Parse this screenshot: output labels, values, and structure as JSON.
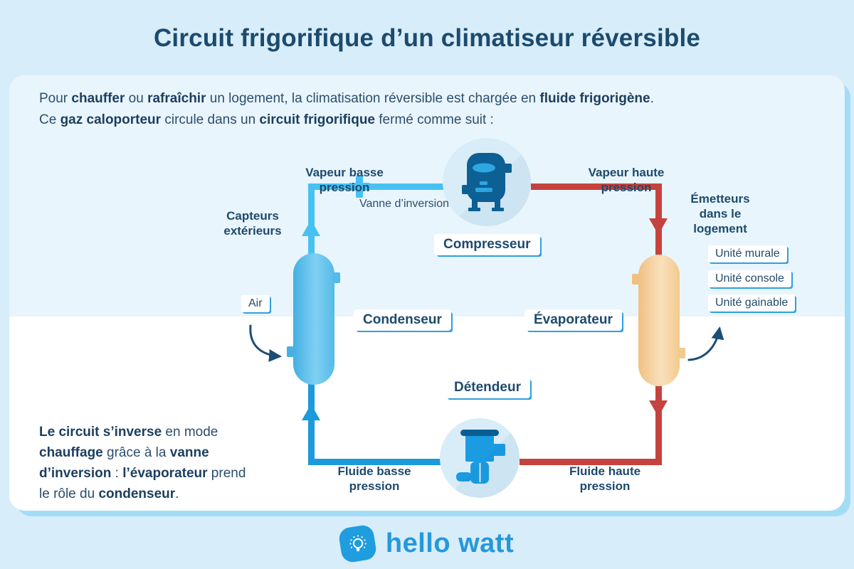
{
  "title": "Circuit frigorifique d’un climatiseur réversible",
  "intro": {
    "line1": [
      {
        "t": "Pour "
      },
      {
        "t": "chauffer",
        "b": 1
      },
      {
        "t": " ou "
      },
      {
        "t": "rafraîchir",
        "b": 1
      },
      {
        "t": " un logement, la climatisation réversible est chargée en "
      },
      {
        "t": "fluide frigorigène",
        "b": 1
      },
      {
        "t": "."
      }
    ],
    "line2": [
      {
        "t": "Ce "
      },
      {
        "t": "gaz caloporteur",
        "b": 1
      },
      {
        "t": " circule dans un "
      },
      {
        "t": "circuit frigorifique",
        "b": 1
      },
      {
        "t": " fermé comme suit :"
      }
    ]
  },
  "diagram": {
    "pipes": {
      "vapor_low": "Vapeur basse pression",
      "vapor_high": "Vapeur haute pression",
      "inversion_valve": "Vanne d’inversion",
      "fluid_low": "Fluide basse pression",
      "fluid_high": "Fluide haute pression"
    },
    "components": {
      "compressor": "Compresseur",
      "condenser": "Condenseur",
      "evaporator": "Évaporateur",
      "expansion_valve": "Détendeur"
    },
    "left": {
      "sensors": "Capteurs extérieurs",
      "air": "Air"
    },
    "right": {
      "emitters": "Émetteurs dans le logement",
      "units": [
        "Unité murale",
        "Unité console",
        "Unité gainable"
      ]
    },
    "icons": {
      "compressor": "tank-icon",
      "expansion_valve": "valve-icon",
      "logo": "lightbulb-icon"
    },
    "colors": {
      "pipe_light_blue": "#47c1f2",
      "pipe_dark_blue": "#1b9adc",
      "pipe_red": "#c5423e",
      "navy_text": "#1d4a6d",
      "box_accent_blue": "#2e9fe0",
      "tank_blue": "#5fc0ea",
      "tank_orange": "#f4cd92",
      "brand_blue": "#2598da"
    }
  },
  "note": [
    {
      "t": "Le circuit s’inverse",
      "b": 1
    },
    {
      "t": " en mode "
    },
    {
      "t": "chauffage",
      "b": 1
    },
    {
      "t": " grâce à la "
    },
    {
      "t": "vanne d’inversion",
      "b": 1
    },
    {
      "t": " : "
    },
    {
      "t": "l’évaporateur",
      "b": 1
    },
    {
      "t": " prend le rôle du "
    },
    {
      "t": "condenseur",
      "b": 1
    },
    {
      "t": "."
    }
  ],
  "logo": {
    "text": "hello watt"
  }
}
